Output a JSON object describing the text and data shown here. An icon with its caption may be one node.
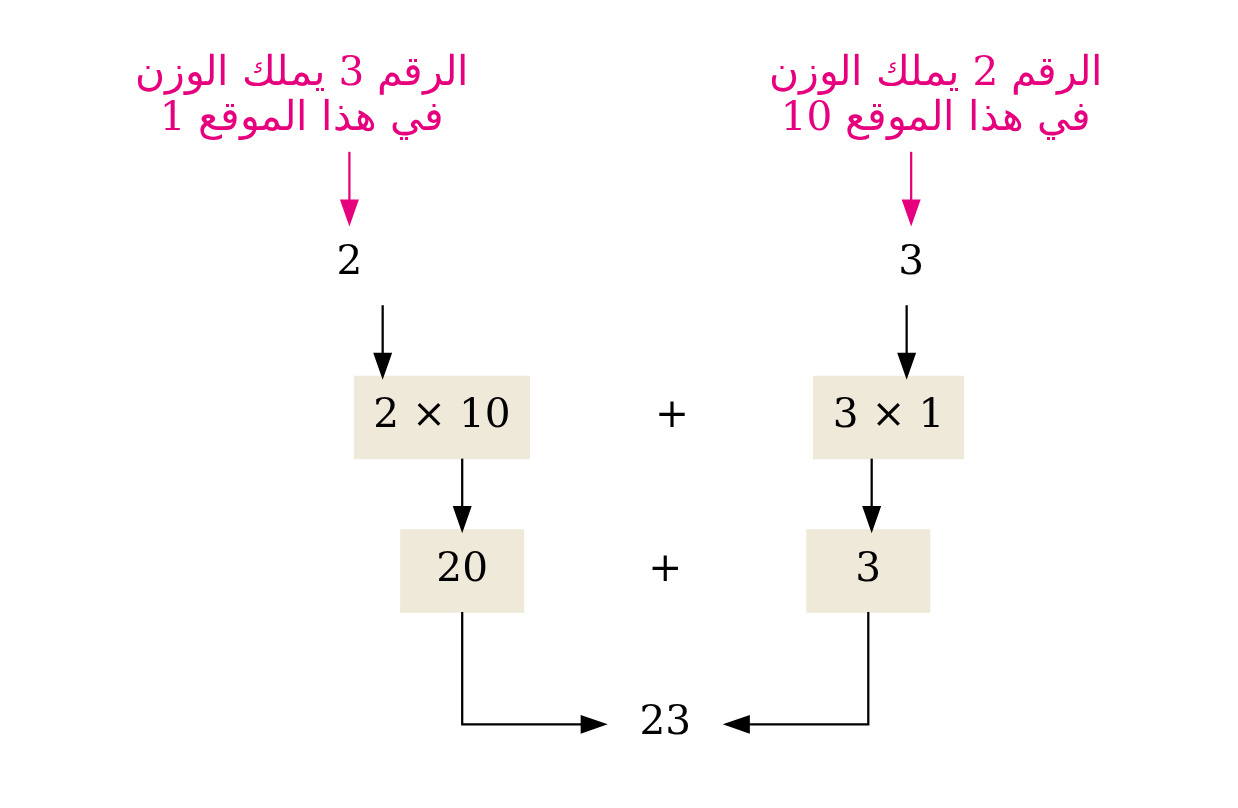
{
  "diagram": {
    "nodes": [
      {
        "text": [
          "الرقم 3 يملك الوزن 1 في هذا الموقع"
        ]
      },
      {
        "text": [
          "الرقم 2 يملك الوزن 10 في هذا الموقع"
        ]
      },
      {
        "text": [
          "2"
        ]
      },
      {
        "text": [
          "3"
        ]
      },
      {
        "text": [
          "2 × 10"
        ]
      },
      {
        "text": [
          "3 × 1"
        ]
      },
      {
        "text": [
          "20"
        ]
      },
      {
        "text": [
          "3"
        ]
      },
      {
        "text": [
          "23"
        ]
      }
    ],
    "edges": [
      {
        "from": 0,
        "to": 2,
        "arrow": "to",
        "color": "#e6007e"
      },
      {
        "from": 1,
        "to": 3,
        "arrow": "to",
        "color": "#e6007e"
      },
      {
        "from": 2,
        "to": 4,
        "arrow": "to"
      },
      {
        "from": 3,
        "to": 5,
        "arrow": "to"
      },
      {
        "from": 4,
        "to": 6,
        "arrow": "to"
      },
      {
        "from": 5,
        "to": 7,
        "arrow": "to"
      },
      {
        "from": 6,
        "to": 8,
        "arrow": "to"
      },
      {
        "from": 7,
        "to": 8,
        "arrow": "to"
      }
    ],
    "labels": [
      "+",
      "+"
    ]
  }
}
